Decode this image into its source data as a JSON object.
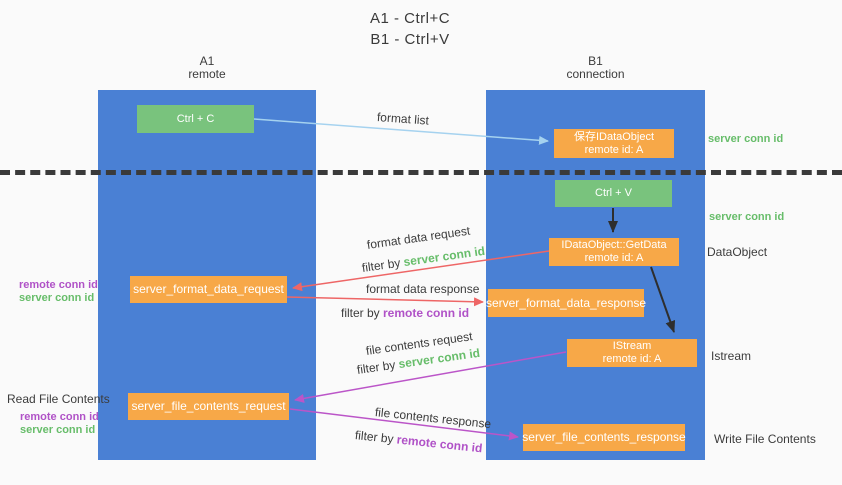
{
  "title": {
    "line1": "A1 - Ctrl+C",
    "line2": "B1 - Ctrl+V"
  },
  "lanes": {
    "a": {
      "name": "A1",
      "sub": "remote"
    },
    "b": {
      "name": "B1",
      "sub": "connection"
    }
  },
  "nodes": {
    "ctrl_c": "Ctrl + C",
    "ctrl_v": "Ctrl + V",
    "save_idataobject": {
      "line1": "保存IDataObject",
      "line2": "remote id: A"
    },
    "getdata": {
      "line1": "IDataObject::GetData",
      "line2": "remote id: A"
    },
    "istream": {
      "line1": "IStream",
      "line2": "remote id: A"
    },
    "server_format_data_request": "server_format_data_request",
    "server_format_data_response": "server_format_data_response",
    "server_file_contents_request": "server_file_contents_request",
    "server_file_contents_response": "server_file_contents_response"
  },
  "arrow_labels": {
    "format_list": "format list",
    "format_data_request": "format data request",
    "format_data_response": "format data response",
    "file_contents_request": "file contents request",
    "file_contents_response": "file contents response",
    "filter_by": "filter by ",
    "server_conn_id": "server conn id",
    "remote_conn_id": "remote conn id"
  },
  "side_labels": {
    "server_conn_id": "server conn id",
    "remote_conn_id": "remote conn id",
    "dataobject": "DataObject",
    "istream": "Istream",
    "read_file_contents": "Read File Contents",
    "write_file_contents": "Write File Contents"
  },
  "colors": {
    "background": "#fafafa",
    "lane_blue": "#4a80d4",
    "node_orange": "#f7a848",
    "node_green": "#79c37d",
    "arrow_lightblue": "#a5d2ef",
    "arrow_red": "#ee6666",
    "arrow_magenta": "#bb55c8",
    "arrow_black": "#2e2e2e",
    "text_green": "#67bd6a",
    "text_purple": "#b052c7",
    "separator": "#3a3a3a"
  }
}
